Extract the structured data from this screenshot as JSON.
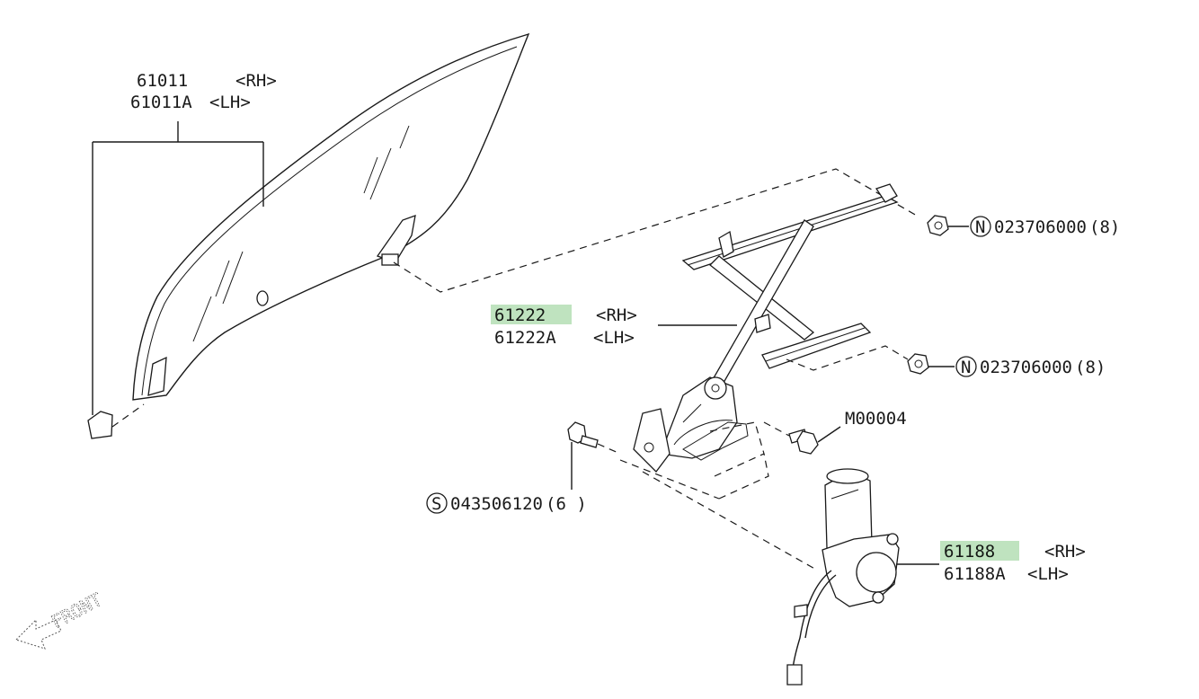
{
  "parts": {
    "glass": {
      "number_rh": "61011",
      "side_rh": "<RH>",
      "number_lh": "61011A",
      "side_lh": "<LH>"
    },
    "regulator": {
      "number_rh": "61222",
      "side_rh": "<RH>",
      "number_lh": "61222A",
      "side_lh": "<LH>"
    },
    "motor": {
      "number_rh": "61188",
      "side_rh": "<RH>",
      "number_lh": "61188A",
      "side_lh": "<LH>"
    },
    "nut_upper": {
      "symbol": "N",
      "part_number": "023706000",
      "qty": "(8)"
    },
    "nut_lower": {
      "symbol": "N",
      "part_number": "023706000",
      "qty": "(8)"
    },
    "bolt_screw": {
      "symbol": "S",
      "part_number": "043506120",
      "qty": "(6 )"
    },
    "bolt_m": {
      "part_number": "M00004"
    }
  },
  "front_indicator": {
    "label": "FRONT",
    "icon": "front-arrow-icon"
  },
  "highlight_color": "#bfe3bf"
}
